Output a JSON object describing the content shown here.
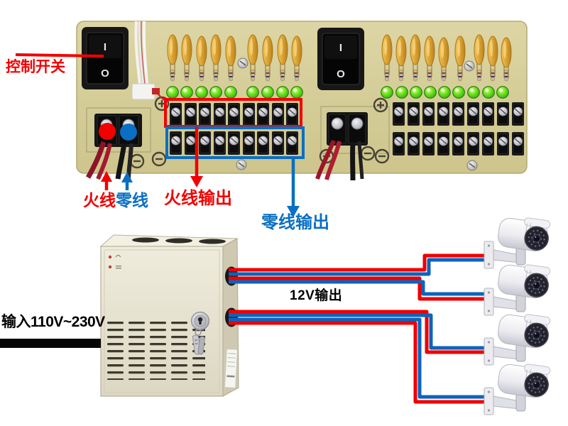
{
  "annotations": {
    "control_switch": "控制开关",
    "live_wire": "火线",
    "neutral_wire": "零线",
    "live_output": "火线输出",
    "neutral_output": "零线输出",
    "input_voltage": "输入110V~230V",
    "output_12v": "12V输出"
  },
  "board": {
    "switch_markings": {
      "on": "I",
      "off": "O"
    }
  },
  "colors": {
    "annotation_red": "#f20000",
    "annotation_blue": "#0a6fc2",
    "wire_red": "#ee0000",
    "wire_blue": "#0c63bd",
    "pcb_board": "#d5cd96",
    "led_green": "#52d41a",
    "fuse_yellow": "#e0a92f",
    "psu_beige": "#e9e6d6",
    "label_black": "#000000"
  },
  "icons": {
    "camera": "bullet-cctv-camera-icon",
    "rocker_switch": "rocker-switch-icon",
    "lock": "cam-lock-icon",
    "keys": "keys-icon",
    "plus_polarity": "plus-terminal-icon",
    "minus_polarity": "minus-terminal-icon"
  }
}
